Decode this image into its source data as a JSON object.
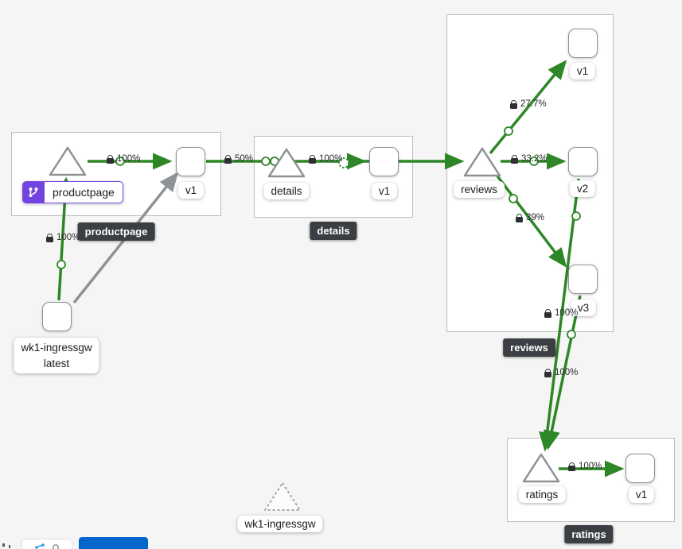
{
  "colors": {
    "bg": "#f5f5f5",
    "box_bg": "#ffffff",
    "box_border": "#bcbcbc",
    "node_border": "#8d9196",
    "edge_green": "#2e8726",
    "edge_gray": "#8f9396",
    "badge_purple": "#7345e0",
    "dark_label_bg": "#3b3e42",
    "primary_blue": "#0066cc",
    "icon_blue": "#2b9af3"
  },
  "app_labels": {
    "productpage": "productpage",
    "details": "details",
    "reviews": "reviews",
    "ratings": "ratings"
  },
  "badge": {
    "text": "productpage",
    "icon": "code-branch-icon"
  },
  "nodes": {
    "productpage_service": {
      "label": "productpage",
      "shape": "triangle"
    },
    "productpage_v1": {
      "label": "v1",
      "shape": "square"
    },
    "details_service": {
      "label": "details",
      "shape": "triangle"
    },
    "details_v1": {
      "label": "v1",
      "shape": "square"
    },
    "reviews_service": {
      "label": "reviews",
      "shape": "triangle"
    },
    "reviews_v1": {
      "label": "v1",
      "shape": "square"
    },
    "reviews_v2": {
      "label": "v2",
      "shape": "square"
    },
    "reviews_v3": {
      "label": "v3",
      "shape": "square"
    },
    "ratings_service": {
      "label": "ratings",
      "shape": "triangle"
    },
    "ratings_v1": {
      "label": "v1",
      "shape": "square"
    },
    "ingress": {
      "line1": "wk1-ingressgw",
      "line2": "latest",
      "shape": "square"
    },
    "idle_ingress": {
      "label": "wk1-ingressgw",
      "shape": "triangle-dashed"
    }
  },
  "edge_labels": {
    "ingress_to_productpage": {
      "pct": "100%",
      "lock": true
    },
    "productpage_to_v1": {
      "pct": "100%",
      "lock": true
    },
    "productpage_to_details": {
      "pct": "50%",
      "lock": true
    },
    "details_to_v1": {
      "pct": "100%",
      "lock": true
    },
    "reviews_to_v1": {
      "pct": "27.7%",
      "lock": true
    },
    "reviews_to_v2": {
      "pct": "33.2%",
      "lock": true
    },
    "reviews_to_v3": {
      "pct": "39%",
      "lock": true
    },
    "reviews_v3_to_ratings": {
      "pct": "100%",
      "lock": true
    },
    "reviews_v2_to_ratings": {
      "pct": "100%",
      "lock": true
    },
    "ratings_to_v1": {
      "pct": "100%",
      "lock": true
    }
  },
  "toolbar": {
    "legend_button_label": "",
    "minimap_icons": [
      "mini-graph-icon",
      "circle-icon"
    ]
  }
}
